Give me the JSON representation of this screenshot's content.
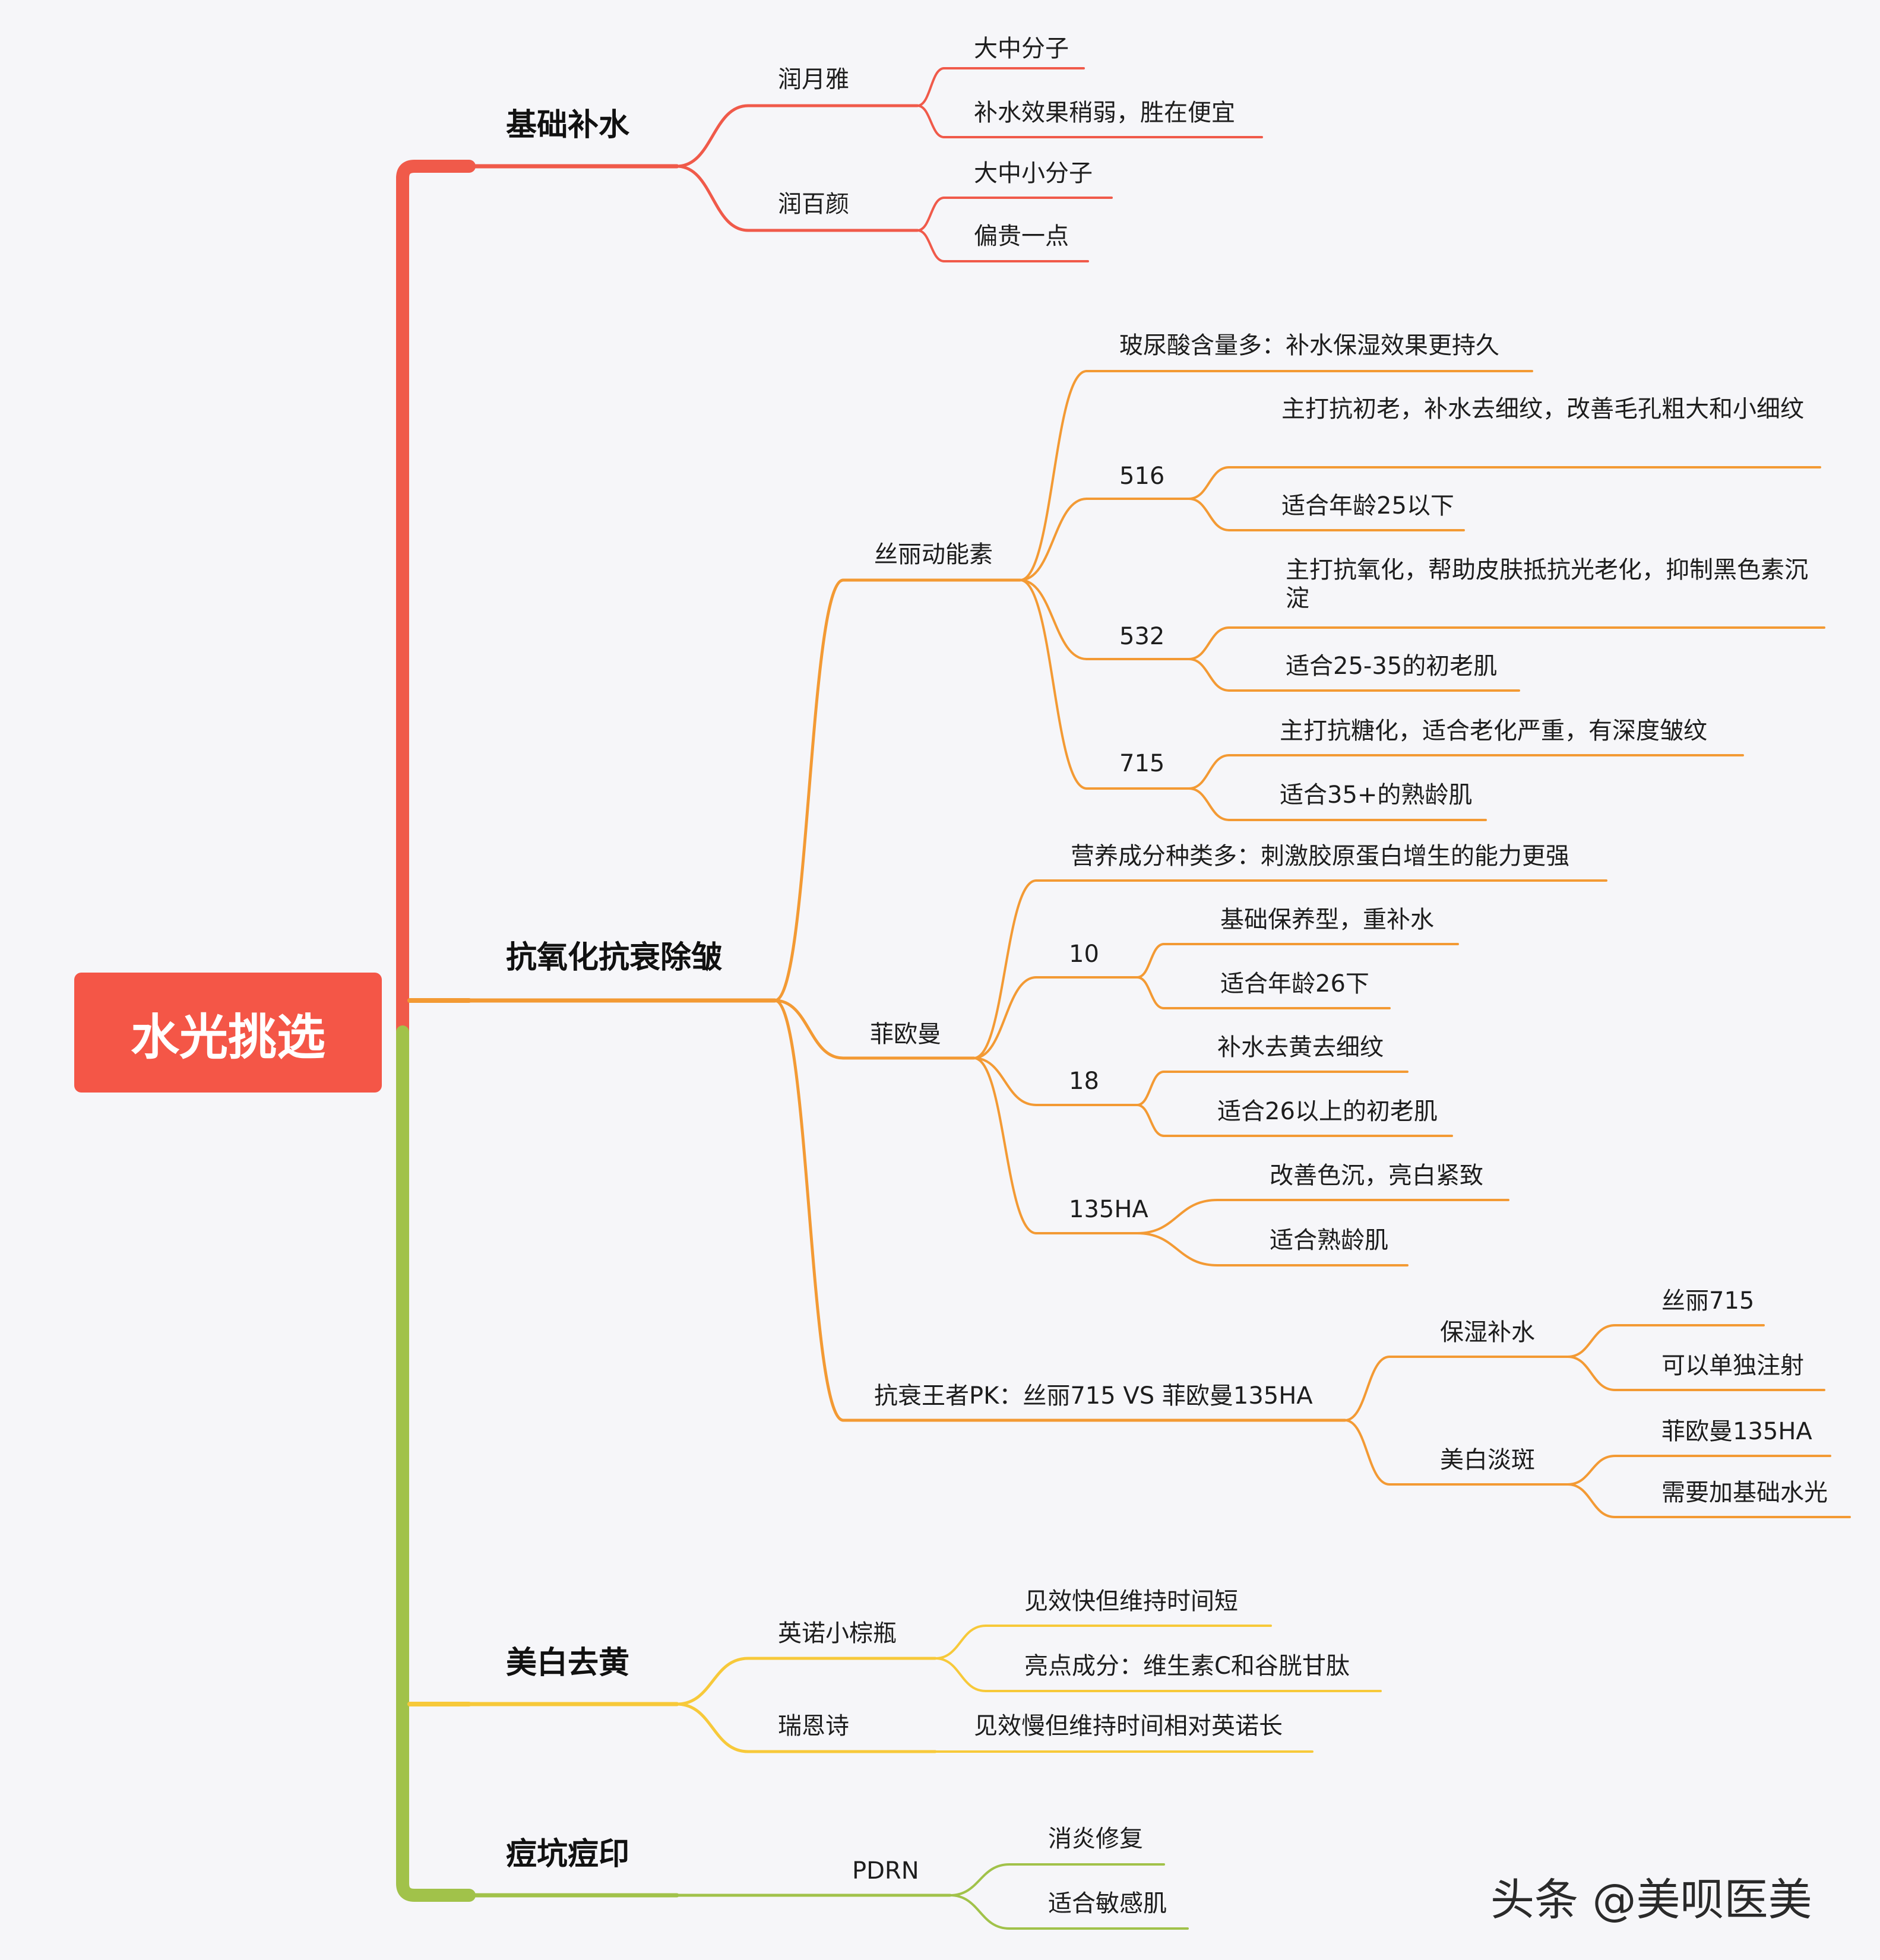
{
  "root": {
    "label": "水光挑选"
  },
  "colors": {
    "root_fill": "#f45647",
    "branch_hydration": "#f05a4a",
    "branch_antiaging": "#f39a34",
    "branch_whitening": "#f7c93a",
    "branch_acne": "#a1c24a",
    "trunk_lower": "#a1c24a",
    "background": "#f6f6f9"
  },
  "branches": [
    {
      "label": "基础补水",
      "children": [
        {
          "label": "润月雅",
          "children": [
            {
              "label": "大中分子"
            },
            {
              "label": "补水效果稍弱，胜在便宜"
            }
          ]
        },
        {
          "label": "润百颜",
          "children": [
            {
              "label": "大中小分子"
            },
            {
              "label": "偏贵一点"
            }
          ]
        }
      ]
    },
    {
      "label": "抗氧化抗衰除皱",
      "children": [
        {
          "label": "丝丽动能素",
          "children": [
            {
              "label": "玻尿酸含量多：补水保湿效果更持久"
            },
            {
              "label": "516",
              "children": [
                {
                  "label": "主打抗初老，补水去细纹，改善毛孔粗大和小细纹"
                },
                {
                  "label": "适合年龄25以下"
                }
              ]
            },
            {
              "label": "532",
              "children": [
                {
                  "label": "主打抗氧化，帮助皮肤抵抗光老化，抑制黑色素沉淀"
                },
                {
                  "label": "适合25-35的初老肌"
                }
              ]
            },
            {
              "label": "715",
              "children": [
                {
                  "label": "主打抗糖化，适合老化严重，有深度皱纹"
                },
                {
                  "label": "适合35+的熟龄肌"
                }
              ]
            }
          ]
        },
        {
          "label": "菲欧曼",
          "children": [
            {
              "label": "营养成分种类多：刺激胶原蛋白增生的能力更强"
            },
            {
              "label": "10",
              "children": [
                {
                  "label": "基础保养型，重补水"
                },
                {
                  "label": "适合年龄26下"
                }
              ]
            },
            {
              "label": "18",
              "children": [
                {
                  "label": "补水去黄去细纹"
                },
                {
                  "label": "适合26以上的初老肌"
                }
              ]
            },
            {
              "label": "135HA",
              "children": [
                {
                  "label": "改善色沉，亮白紧致"
                },
                {
                  "label": "适合熟龄肌"
                }
              ]
            }
          ]
        },
        {
          "label": "抗衰王者PK：丝丽715 VS 菲欧曼135HA",
          "children": [
            {
              "label": "保湿补水",
              "children": [
                {
                  "label": "丝丽715"
                },
                {
                  "label": "可以单独注射"
                }
              ]
            },
            {
              "label": "美白淡斑",
              "children": [
                {
                  "label": "菲欧曼135HA"
                },
                {
                  "label": "需要加基础水光"
                }
              ]
            }
          ]
        }
      ]
    },
    {
      "label": "美白去黄",
      "children": [
        {
          "label": "英诺小棕瓶",
          "children": [
            {
              "label": "见效快但维持时间短"
            },
            {
              "label": "亮点成分：维生素C和谷胱甘肽"
            }
          ]
        },
        {
          "label": "瑞恩诗",
          "children": [
            {
              "label": "见效慢但维持时间相对英诺长"
            }
          ]
        }
      ]
    },
    {
      "label": "痘坑痘印",
      "children": [
        {
          "label": "PDRN",
          "children": [
            {
              "label": "消炎修复"
            },
            {
              "label": "适合敏感肌"
            }
          ]
        }
      ]
    }
  ],
  "watermark": "头条 @美呗医美"
}
